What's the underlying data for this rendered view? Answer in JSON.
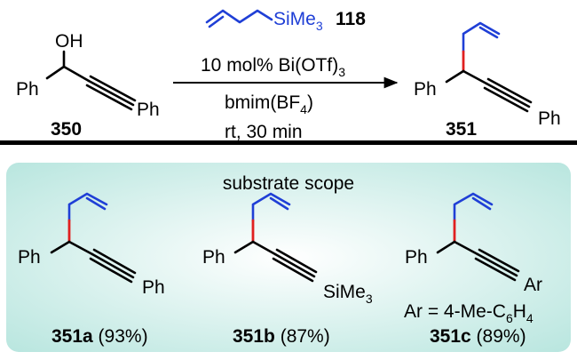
{
  "reagent": {
    "name": "SiMe",
    "sub": "3",
    "number": "118"
  },
  "start": {
    "oh": "OH",
    "ph_left": "Ph",
    "ph_right": "Ph",
    "number": "350"
  },
  "conditions": {
    "line1_pre": "10 mol% Bi(OTf)",
    "line1_sub": "3",
    "line1_post": "",
    "line2_pre": "bmim(BF",
    "line2_sub": "4",
    "line2_post": ")",
    "line3": "rt, 30 min"
  },
  "product": {
    "ph_left": "Ph",
    "ph_right": "Ph",
    "number": "351"
  },
  "scope": {
    "title": "substrate scope",
    "a": {
      "ph_left": "Ph",
      "ph_right": "Ph",
      "label": "351a",
      "yield": " (93%)"
    },
    "b": {
      "ph_left": "Ph",
      "sub_name": "SiMe",
      "sub_sub": "3",
      "label": "351b",
      "yield": " (87%)"
    },
    "c": {
      "ph_left": "Ph",
      "ar": "Ar",
      "ar_def_pre": "Ar = 4-Me-C",
      "ar_def_sub": "6",
      "ar_def_post": "H",
      "ar_def_sub2": "4",
      "label": "351c",
      "yield": " (89%)"
    }
  },
  "colors": {
    "box": "#b9e6df",
    "blue": "#1f3fd6",
    "red": "#e02020"
  }
}
